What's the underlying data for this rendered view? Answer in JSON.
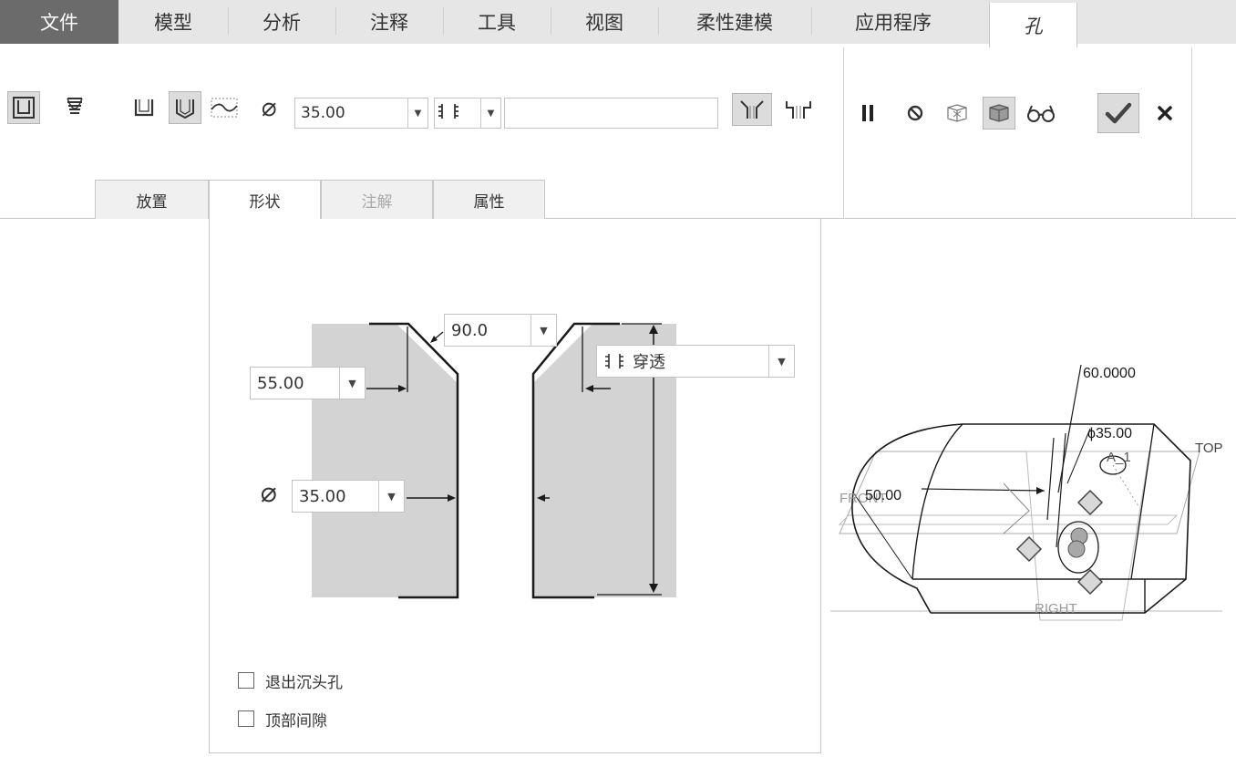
{
  "menu": {
    "tabs": [
      {
        "label": "文件"
      },
      {
        "label": "模型"
      },
      {
        "label": "分析"
      },
      {
        "label": "注释"
      },
      {
        "label": "工具"
      },
      {
        "label": "视图"
      },
      {
        "label": "柔性建模"
      },
      {
        "label": "应用程序"
      },
      {
        "label": "孔"
      }
    ]
  },
  "ribbon": {
    "diameter_value": "35.00",
    "depth_value": "",
    "subtabs": [
      {
        "label": "放置"
      },
      {
        "label": "形状"
      },
      {
        "label": "注解"
      },
      {
        "label": "属性"
      }
    ]
  },
  "shape_panel": {
    "angle_value": "90.0",
    "countersink_diameter_value": "55.00",
    "hole_diameter_value": "35.00",
    "depth_option": "穿透",
    "checkboxes": [
      {
        "label": "退出沉头孔",
        "checked": false
      },
      {
        "label": "顶部间隙",
        "checked": false
      }
    ]
  },
  "viewport": {
    "dim_height": "60.0000",
    "dim_diameter": "ϕ35.00",
    "dim_width": "50.00",
    "axis_label": "A_1",
    "plane_top": "TOP",
    "plane_right": "RIGHT",
    "plane_front": "FRONT"
  },
  "colors": {
    "file_tab": "#6b6b6b",
    "menu_band": "#e6e6e6",
    "diagram_fill": "#d3d3d3",
    "pressed_button": "#dcdcdc"
  }
}
